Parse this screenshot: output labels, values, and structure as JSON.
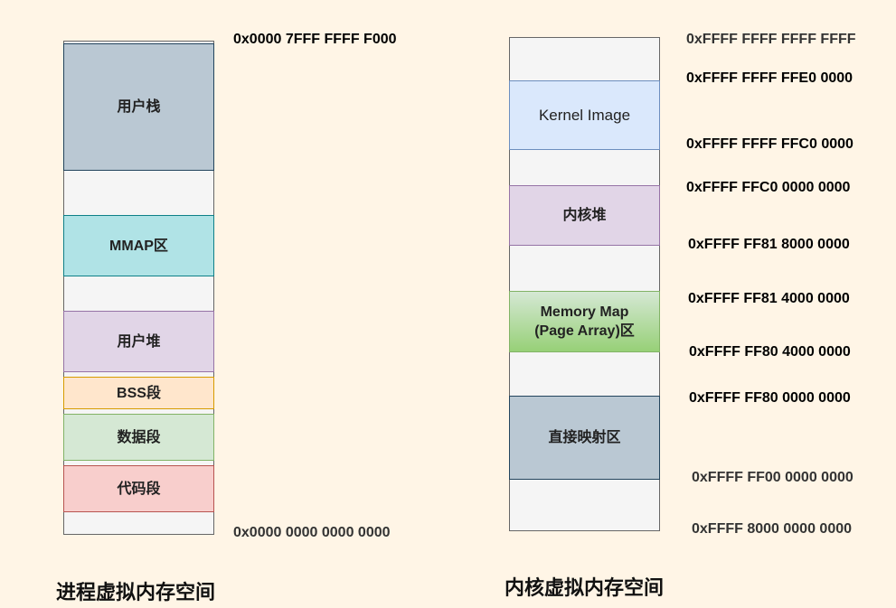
{
  "user_space": {
    "title": "进程虚拟内存空间",
    "segments": [
      {
        "label": "用户栈",
        "fill": "#bac8d3",
        "stroke": "#23445d"
      },
      {
        "label": "MMAP区",
        "fill": "#b0e3e6",
        "stroke": "#0e8088"
      },
      {
        "label": "用户堆",
        "fill": "#e1d5e7",
        "stroke": "#9673a6"
      },
      {
        "label": "BSS段",
        "fill": "#ffe6cc",
        "stroke": "#d79b00"
      },
      {
        "label": "数据段",
        "fill": "#d5e8d4",
        "stroke": "#82b366"
      },
      {
        "label": "代码段",
        "fill": "#f8cecc",
        "stroke": "#b85450"
      }
    ],
    "addresses": [
      "0x0000 7FFF FFFF F000",
      "0x0000 0000 0000 0000"
    ]
  },
  "kernel_space": {
    "title": "内核虚拟内存空间",
    "segments": [
      {
        "label": "Kernel Image",
        "fill": "#dae8fc",
        "stroke": "#6c8ebf"
      },
      {
        "label": "内核堆",
        "fill": "#e1d5e7",
        "stroke": "#9673a6"
      },
      {
        "label": "Memory Map\n(Page Array)区",
        "fill": "#97d077",
        "stroke": "#82b366"
      },
      {
        "label": "直接映射区",
        "fill": "#bac8d3",
        "stroke": "#23445d"
      }
    ],
    "addresses": [
      "0xFFFF FFFF FFFF FFFF",
      "0xFFFF FFFF FFE0 0000",
      "0xFFFF FFFF FFC0 0000",
      "0xFFFF FFC0 0000 0000",
      "0xFFFF FF81 8000 0000",
      "0xFFFF FF81 4000 0000",
      "0xFFFF FF80 4000 0000",
      "0xFFFF FF80 0000 0000",
      "0xFFFF FF00 0000 0000",
      "0xFFFF 8000 0000 0000"
    ]
  }
}
